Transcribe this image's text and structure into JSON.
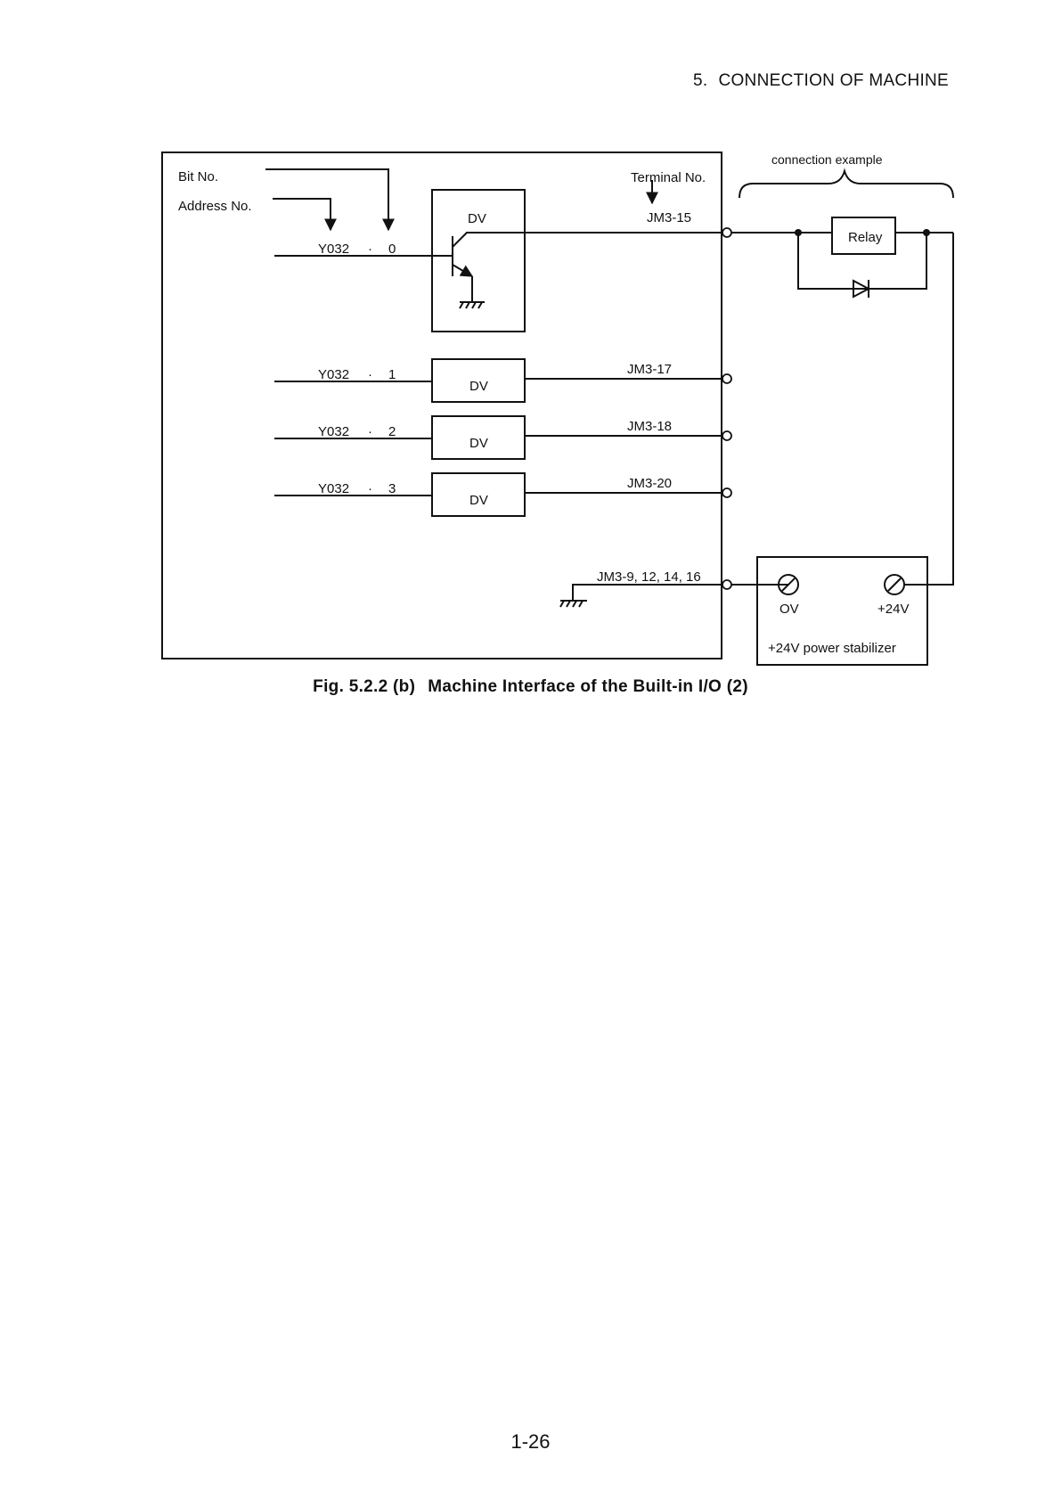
{
  "header": {
    "section_number": "5.",
    "section_title": "CONNECTION OF MACHINE"
  },
  "diagram": {
    "bit_label": "Bit No.",
    "address_label": "Address No.",
    "terminal_label": "Terminal No.",
    "connection_example_label": "connection example",
    "relay_label": "Relay",
    "driver_label": "DV",
    "outputs": [
      {
        "address": "Y032",
        "separator": "·",
        "bit": "0",
        "terminal": "JM3-15"
      },
      {
        "address": "Y032",
        "separator": "·",
        "bit": "1",
        "terminal": "JM3-17"
      },
      {
        "address": "Y032",
        "separator": "·",
        "bit": "2",
        "terminal": "JM3-18"
      },
      {
        "address": "Y032",
        "separator": "·",
        "bit": "3",
        "terminal": "JM3-20"
      }
    ],
    "ground_terminal": "JM3-9, 12, 14, 16",
    "power_supply": {
      "ov_label": "OV",
      "plus_label": "+24V",
      "name": "+24V power stabilizer"
    }
  },
  "caption": {
    "figure_number": "Fig. 5.2.2 (b)",
    "title": "Machine Interface of the Built-in I/O (2)"
  },
  "page_number": "1-26"
}
